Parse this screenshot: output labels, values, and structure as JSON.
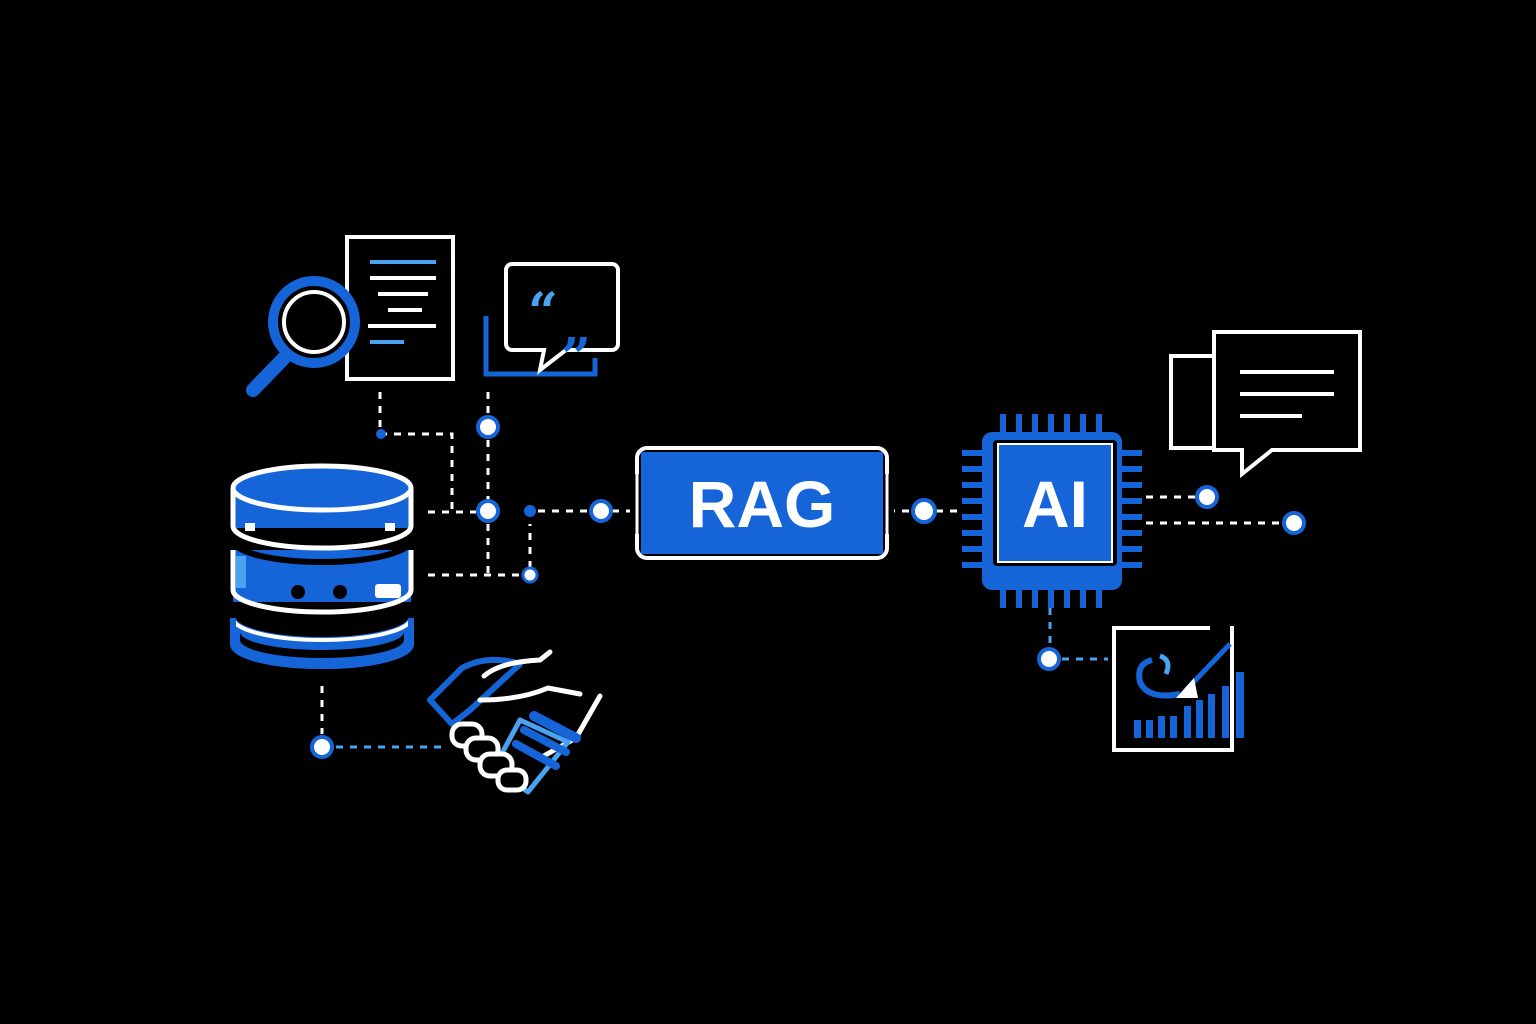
{
  "colors": {
    "background": "#000000",
    "blue": "#1565d8",
    "light_blue": "#4aa3f0",
    "white": "#ffffff"
  },
  "nodes": {
    "rag": {
      "label": "RAG",
      "icon": "rag-block"
    },
    "ai": {
      "label": "AI",
      "icon": "ai-chip-icon"
    },
    "database": {
      "icon": "database-icon"
    },
    "document_search": {
      "icon": "document-search-icon"
    },
    "quote_bubble": {
      "icon": "quote-bubble-icon"
    },
    "handshake": {
      "icon": "handshake-icon"
    },
    "chat_response": {
      "icon": "chat-bubbles-icon"
    },
    "analytics": {
      "icon": "analytics-chart-icon"
    }
  }
}
